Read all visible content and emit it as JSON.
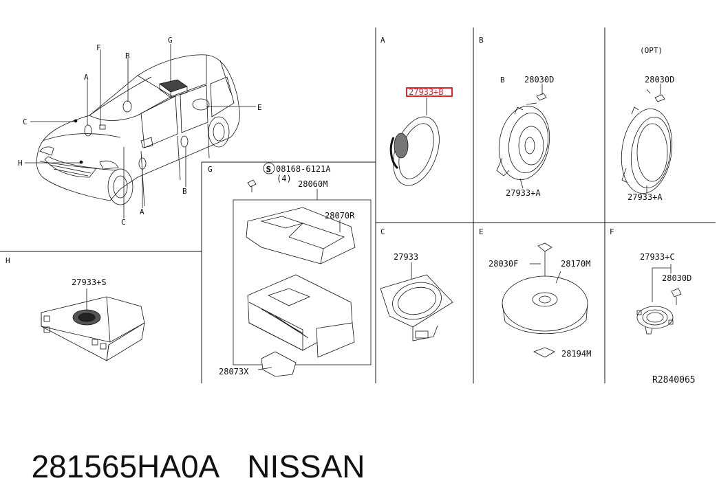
{
  "car_callouts": {
    "A1": "A",
    "A2": "A",
    "B1": "B",
    "B2": "B",
    "C1": "C",
    "C2": "C",
    "E": "E",
    "F": "F",
    "G": "G",
    "H": "H"
  },
  "sections": {
    "A": {
      "letter": "A",
      "part": "27933+B"
    },
    "B": {
      "letter": "B",
      "screw_ref": "B",
      "screw": "28030D",
      "speaker": "27933+A"
    },
    "B_opt": {
      "opt": "(OPT)",
      "screw": "28030D",
      "speaker": "27933+A"
    },
    "C": {
      "letter": "C",
      "part": "27933"
    },
    "E": {
      "letter": "E",
      "nut": "28030F",
      "woofer": "28170M",
      "washer": "28194M"
    },
    "F": {
      "letter": "F",
      "part": "27933+C",
      "screw": "28030D"
    },
    "G": {
      "letter": "G",
      "bolt": "08168-6121A",
      "qty": "(4)",
      "amp": "28060M",
      "bracket": "28070R",
      "bracket2": "28073X"
    },
    "H": {
      "letter": "H",
      "part": "27933+S"
    }
  },
  "ref_code": "R2840065",
  "footer": {
    "part_number": "281565HA0A",
    "brand": "NISSAN"
  },
  "colors": {
    "highlight": "#e0262b",
    "line": "#111111"
  }
}
